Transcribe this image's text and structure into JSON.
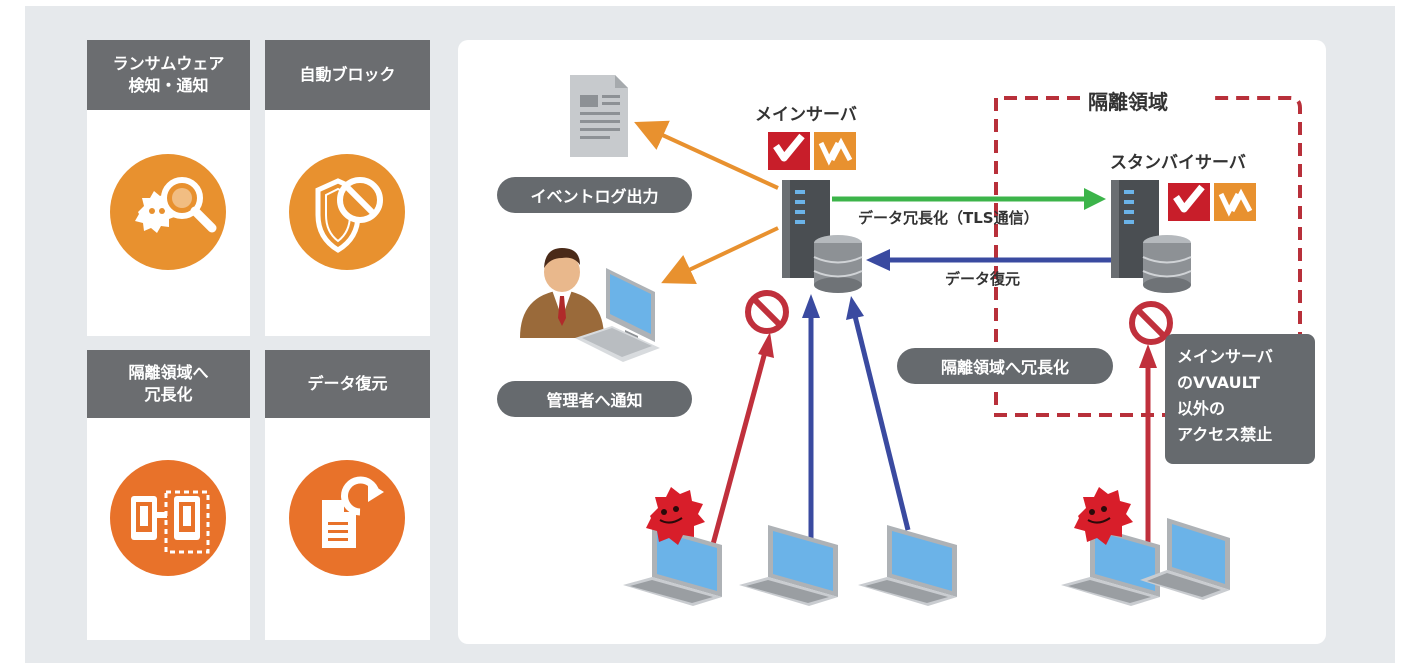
{
  "features": [
    {
      "label": "ランサムウェア\n検知・通知",
      "icon": "malware-search-icon"
    },
    {
      "label": "自動ブロック",
      "icon": "shield-block-icon"
    },
    {
      "label": "隔離領域へ\n冗長化",
      "icon": "server-redundancy-icon"
    },
    {
      "label": "データ復元",
      "icon": "document-restore-icon"
    }
  ],
  "diagram": {
    "main_server": "メインサーバ",
    "standby_server": "スタンバイサーバ",
    "isolation_zone": "隔離領域",
    "event_log": "イベントログ出力",
    "admin_notify": "管理者へ通知",
    "redundancy_flow": "データ冗長化（TLS通信）",
    "restore_flow": "データ復元",
    "isolation_redundancy": "隔離領域へ冗長化",
    "access_restriction": "メインサーバ\nのVVAULT\n以外の\nアクセス禁止",
    "logo_v": "V",
    "logo_va": "VA"
  },
  "colors": {
    "orange": "#e8912f",
    "dark_gray": "#6b6d70",
    "green": "#3cb44a",
    "blue": "#3a4aa0",
    "red": "#c0303c",
    "dashed_red": "#b8303a"
  }
}
